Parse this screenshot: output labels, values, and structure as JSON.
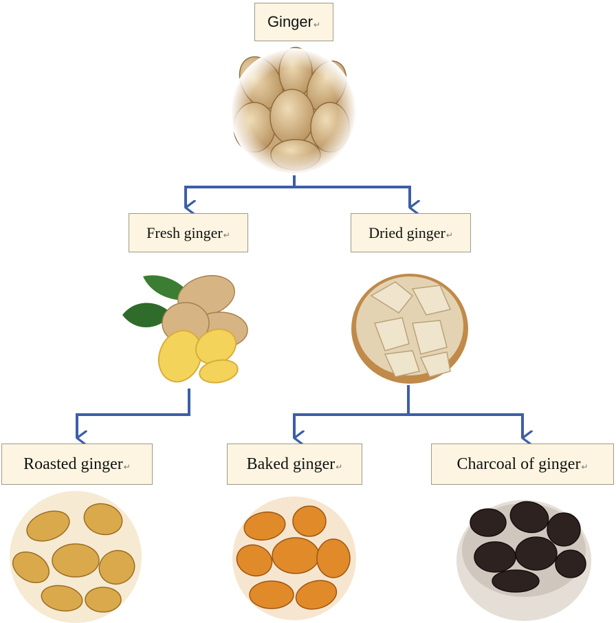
{
  "nodes": {
    "root": {
      "label": "Ginger",
      "image": "whole-ginger-root-photo"
    },
    "fresh": {
      "label": "Fresh ginger",
      "image": "fresh-ginger-slices-with-leaves-photo"
    },
    "dried": {
      "label": "Dried ginger",
      "image": "dried-ginger-slices-in-bowl-photo"
    },
    "roasted": {
      "label": "Roasted ginger",
      "image": "roasted-ginger-pieces-photo"
    },
    "baked": {
      "label": "Baked ginger",
      "image": "baked-ginger-pieces-photo"
    },
    "charcoal": {
      "label": "Charcoal of ginger",
      "image": "charcoal-ginger-in-bowl-photo"
    }
  },
  "colors": {
    "arrow": "#3d5ea8",
    "label_fill": "#fdf5e1",
    "label_border": "#9a9a8a"
  }
}
